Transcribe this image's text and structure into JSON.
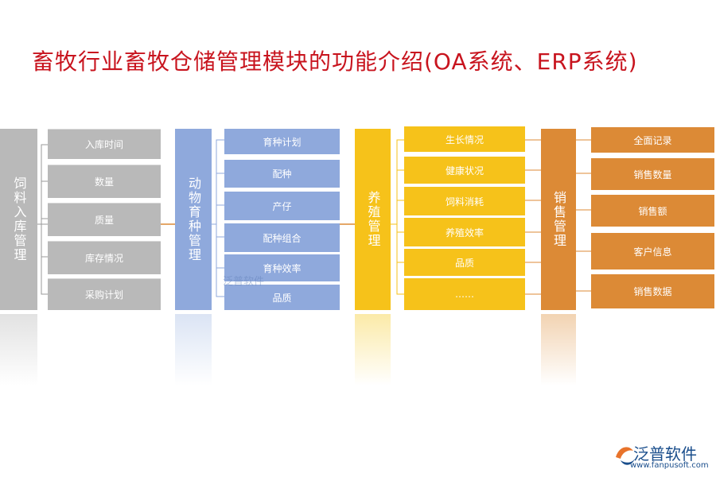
{
  "title": "畜牧行业畜牧仓储管理模块的功能介绍(OA系统、ERP系统)",
  "colors": {
    "title": "#c8141e",
    "feed": "#b9b9b9",
    "breeding": "#8fa9dc",
    "farming": "#f6c21a",
    "sales": "#dc8a36"
  },
  "modules": [
    {
      "label": "饲料入库管理",
      "items": [
        "入库时间",
        "数量",
        "质量",
        "库存情况",
        "采购计划"
      ]
    },
    {
      "label": "动物育种管理",
      "items": [
        "育种计划",
        "配种",
        "产仔",
        "配种组合",
        "育种效率",
        "品质"
      ]
    },
    {
      "label": "养殖管理",
      "items": [
        "生长情况",
        "健康状况",
        "饲料消耗",
        "养殖效率",
        "品质",
        "……"
      ]
    },
    {
      "label": "销售管理",
      "items": [
        "全面记录",
        "销售数量",
        "销售额",
        "客户信息",
        "销售数据"
      ]
    }
  ],
  "logo": {
    "name": "泛普软件",
    "url": "www.fanpusoft.com",
    "icon": "fanpu-logo-icon"
  },
  "watermark": "泛普软件"
}
